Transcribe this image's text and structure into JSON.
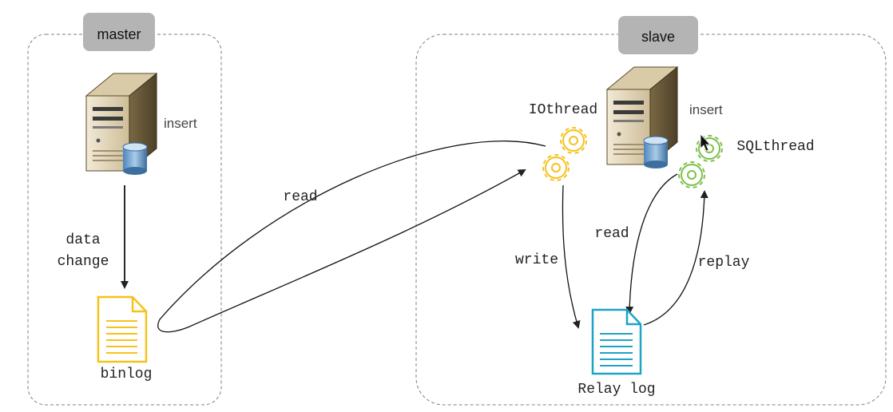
{
  "master": {
    "tag_label": "master",
    "server_label": "insert",
    "flow_label_line1": "data",
    "flow_label_line2": "change",
    "file_label": "binlog"
  },
  "slave": {
    "tag_label": "slave",
    "server_label": "insert",
    "io_thread_label": "IOthread",
    "sql_thread_label": "SQLthread",
    "write_label": "write",
    "read_label": "read",
    "replay_label": "replay",
    "file_label": "Relay log"
  },
  "connection": {
    "read_label": "read"
  },
  "colors": {
    "binlog": "#f5c21b",
    "relay_log": "#1ea3c7",
    "io_gear": "#f5c21b",
    "sql_gear": "#7cc14a",
    "tag_bg": "#b4b4b4",
    "dashed_border": "#808080"
  },
  "icons": {
    "server": "server-database-icon",
    "file": "document-icon",
    "gear": "gear-icon",
    "cursor": "mouse-pointer-icon"
  }
}
